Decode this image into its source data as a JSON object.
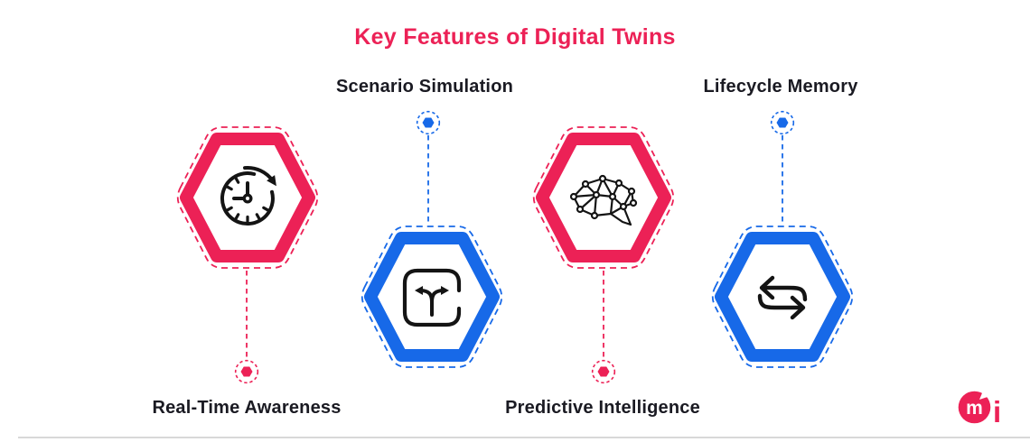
{
  "title": "Key Features of Digital Twins",
  "features": [
    {
      "label": "Real-Time Awareness",
      "icon": "clock-history-icon",
      "color": "#EC2156",
      "label_position": "bottom"
    },
    {
      "label": "Scenario Simulation",
      "icon": "branch-split-icon",
      "color": "#1769E8",
      "label_position": "top"
    },
    {
      "label": "Predictive Intelligence",
      "icon": "neural-network-icon",
      "color": "#EC2156",
      "label_position": "bottom"
    },
    {
      "label": "Lifecycle Memory",
      "icon": "swap-arrows-icon",
      "color": "#1769E8",
      "label_position": "top"
    }
  ],
  "colors": {
    "accent_pink": "#EC2156",
    "accent_blue": "#1769E8",
    "label_text": "#1A1A22",
    "icon_stroke": "#141414",
    "background": "#FFFFFF"
  },
  "logo": {
    "m": "m",
    "i": "i",
    "text": "mi"
  }
}
